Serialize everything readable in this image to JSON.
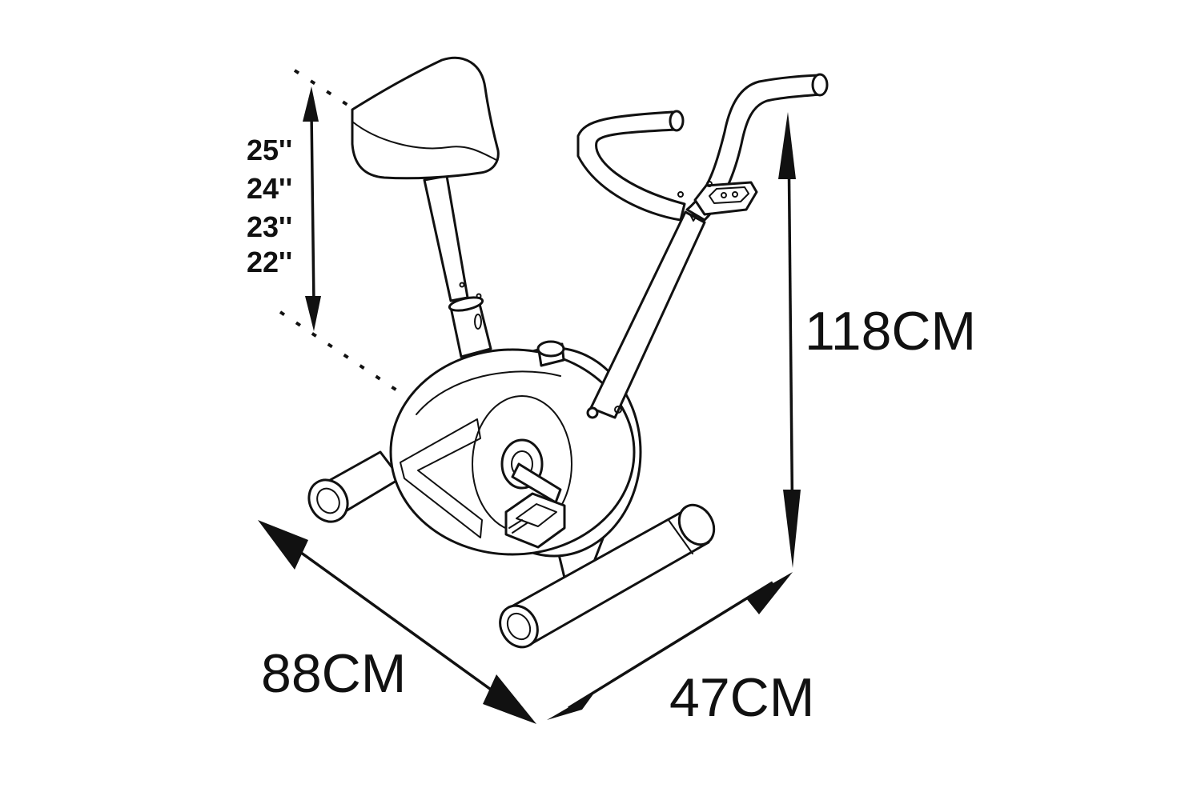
{
  "dimensions": {
    "height": "118CM",
    "length": "88CM",
    "width": "47CM"
  },
  "seat_heights": [
    "25''",
    "24''",
    "23''",
    "22''"
  ],
  "colors": {
    "ink": "#111111",
    "background": "#ffffff"
  }
}
